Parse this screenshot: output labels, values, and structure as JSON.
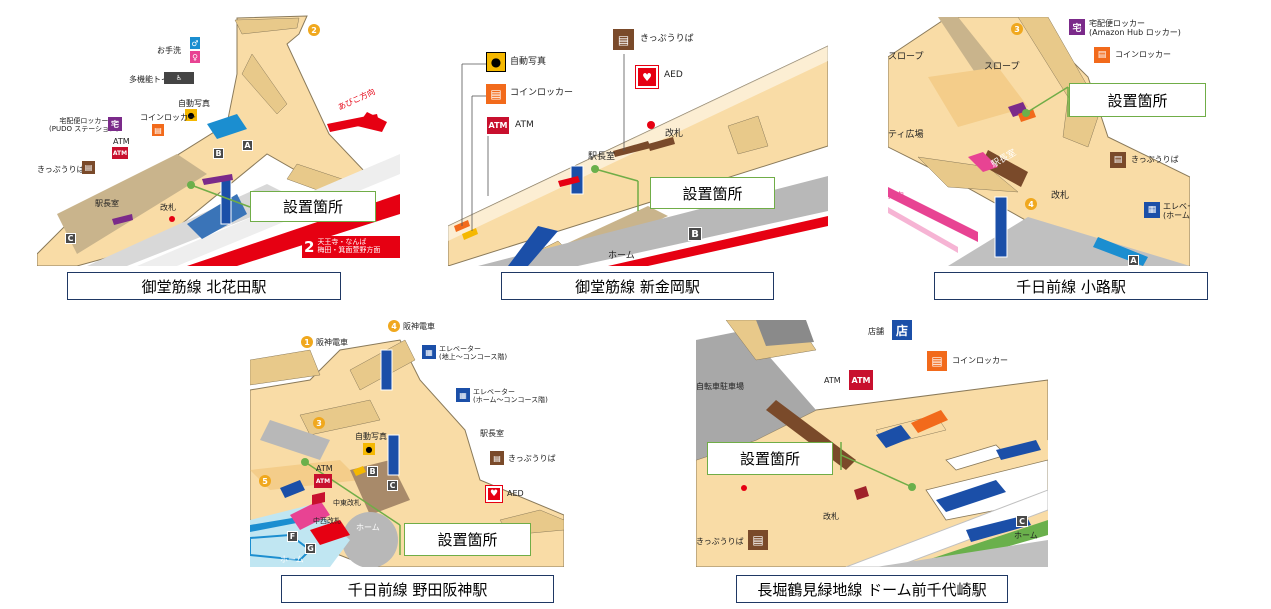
{
  "setting_label": "設置箇所",
  "panels": {
    "p1": {
      "caption": "御堂筋線 北花田駅",
      "labels": {
        "restroom": "お手洗",
        "multi_toilet": "多機能トイレ",
        "photo": "自動写真",
        "coin_locker": "コインロッカー",
        "pudo": "宅配便ロッカー\n(PUDO ステーション)",
        "atm": "ATM",
        "ticket": "きっぷうりば",
        "station_office": "駅長室",
        "gate": "改札",
        "direction": "あびこ方向",
        "exit2_line1": "天王寺・なんば",
        "exit2_line2": "梅田・箕面萱野方面"
      },
      "exit_numbers": [
        "2",
        "2"
      ],
      "letters": [
        "A",
        "B",
        "C"
      ]
    },
    "p2": {
      "caption": "御堂筋線 新金岡駅",
      "labels": {
        "photo": "自動写真",
        "coin_locker": "コインロッカー",
        "atm": "ATM",
        "ticket": "きっぷうりば",
        "aed": "AED",
        "station_office": "駅長室",
        "gate": "改札",
        "home": "ホーム"
      },
      "letters": [
        "B"
      ]
    },
    "p3": {
      "caption": "千日前線 小路駅",
      "labels": {
        "slope1": "スロープ",
        "slope2": "スロープ",
        "plaza": "ティ広場",
        "delivery_locker": "宅配便ロッカー\n(Amazon Hub ロッカー)",
        "coin_locker": "コインロッカー",
        "ticket": "きっぷうりば",
        "station_office": "駅長室",
        "gate": "改札",
        "elevator": "エレベーター\n(ホーム～コンコース階)",
        "direction": "方向"
      },
      "exit_numbers": [
        "3",
        "4"
      ],
      "letters": [
        "A"
      ]
    },
    "p4": {
      "caption": "千日前線 野田阪神駅",
      "labels": {
        "hanshin1": "阪神電車",
        "hanshin4": "阪神電車",
        "elevator1": "エレベーター\n(地上～コンコース階)",
        "elevator2": "エレベーター\n(ホーム～コンコース階)",
        "station_office": "駅長室",
        "photo": "自動写真",
        "ticket": "きっぷうりば",
        "atm": "ATM",
        "aed": "AED",
        "center_east_gate": "中東改札",
        "center_west_gate": "中西改札",
        "home": "ホーム",
        "home2": "ホーム"
      },
      "exit_numbers": [
        "1",
        "4",
        "3",
        "5"
      ],
      "letters": [
        "B",
        "C",
        "F",
        "G"
      ]
    },
    "p5": {
      "caption": "長堀鶴見緑地線 ドーム前千代崎駅",
      "labels": {
        "store": "店舗",
        "store_icon": "店",
        "coin_locker": "コインロッカー",
        "atm": "ATM",
        "bicycle": "自転車駐車場",
        "gate": "改札",
        "ticket": "きっぷうりば",
        "home": "ホーム"
      },
      "letters": [
        "C"
      ]
    }
  },
  "colors": {
    "floor": "#f9dca6",
    "wall": "#c9b48c",
    "stairs": "#e8c98a",
    "red": "#e60012",
    "blue": "#1b4fa8",
    "gray": "#9a9a9a",
    "callout_border": "#70ad47",
    "caption_border": "#1f3864",
    "exit_orange": "#f0a81e"
  }
}
